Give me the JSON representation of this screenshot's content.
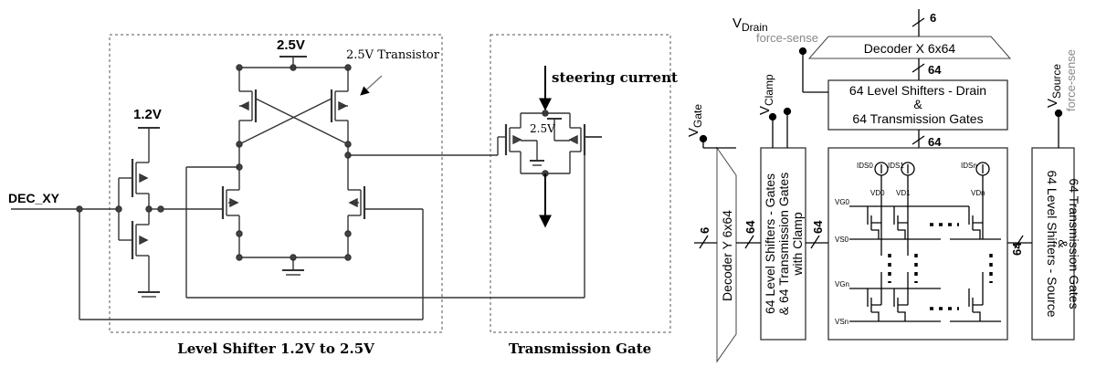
{
  "left": {
    "supply_25": "2.5V",
    "supply_12": "1.2V",
    "transistor_note": "2.5V Transistor",
    "input_label": "DEC_XY",
    "box1_title": "Level Shifter 1.2V to 2.5V",
    "box2_title": "Transmission Gate",
    "steering": "steering current",
    "tg_voltage": "2.5V"
  },
  "right": {
    "vdrain": {
      "main": "V",
      "sub": "Drain",
      "note": "force-sense"
    },
    "vclamp": {
      "main": "V",
      "sub": "Clamp"
    },
    "vgate": {
      "main": "V",
      "sub": "Gate"
    },
    "vsource": {
      "main": "V",
      "sub": "Source",
      "note": "force-sense"
    },
    "decoder_x": "Decoder X 6x64",
    "decoder_y": "Decoder Y 6x64",
    "drain_block": {
      "line1": "64 Level Shifters - Drain",
      "line2": "&",
      "line3": "64 Transmission Gates"
    },
    "gate_block": {
      "line1": "64 Level Shifters - Gates",
      "line2": "& 64 Transmission Gates",
      "line3": "with Clamp"
    },
    "source_block": {
      "line1": "64 Level Shifters - Source",
      "line2": "&",
      "line3": "64 Transmission Gates"
    },
    "bus": {
      "top": "6",
      "mid_top": "64",
      "drain_bottom": "64",
      "left": "6",
      "dec_gate": "64",
      "gate_array": "64",
      "array_source": "64"
    },
    "array": {
      "ids": [
        "IDS0",
        "IDS1",
        "IDSn"
      ],
      "vd": [
        "VD0",
        "VD1",
        "VDn"
      ],
      "vg": [
        "VG0",
        "VGn"
      ],
      "vs": [
        "VS0",
        "VSn"
      ]
    }
  }
}
